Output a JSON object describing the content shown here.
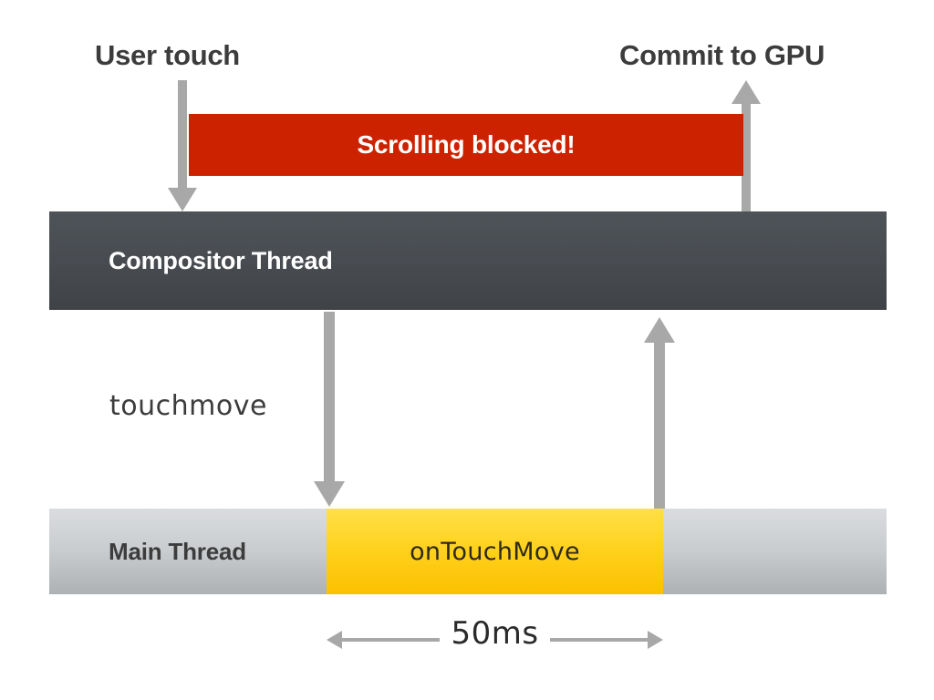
{
  "diagram": {
    "title": "Scroll blocking by touchmove handler timeline",
    "background": "#ffffff",
    "annotations": {
      "user_touch": "User touch",
      "commit_to_gpu": "Commit to GPU",
      "touchmove_event": "touchmove",
      "duration": "50ms"
    },
    "bars": {
      "scrolling_blocked": {
        "label": "Scrolling blocked!",
        "color": "#cc2200",
        "text_color": "#ffffff"
      },
      "compositor_thread": {
        "label": "Compositor Thread",
        "color": "#494d52",
        "text_color": "#ffffff"
      },
      "main_thread": {
        "label": "Main Thread",
        "color": "#c9ccce",
        "text_color": "#3c3c3c"
      },
      "on_touch_move": {
        "label": "onTouchMove",
        "color": "#ffd21f",
        "text_color": "#2e2a1a"
      }
    },
    "arrows": {
      "user_touch_down": "down-arrow-icon",
      "commit_gpu_up": "up-arrow-icon",
      "touchmove_down": "down-arrow-icon",
      "return_up": "up-arrow-icon",
      "measure_left": "left-arrowhead-icon",
      "measure_right": "right-arrowhead-icon",
      "arrow_color": "#a8a8a8"
    }
  }
}
